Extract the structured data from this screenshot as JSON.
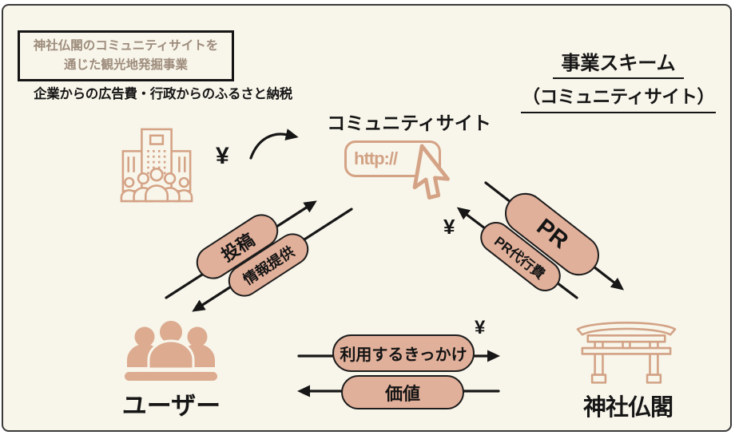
{
  "title_box": {
    "line1": "神社仏閣のコミュニティサイトを",
    "line2": "通じた観光地発掘事業"
  },
  "subtitle": "企業からの広告費・行政からのふるさと納税",
  "heading": {
    "line1": "事業スキーム",
    "line2": "（コミュニティサイト）"
  },
  "community_site": {
    "label": "コミュニティサイト",
    "url_text": "http://"
  },
  "actors": {
    "users_label": "ユーザー",
    "shrine_label": "神社仏閣"
  },
  "flows": {
    "post": "投稿",
    "info_provide": "情報提供",
    "pr": "PR",
    "pr_fee": "PR代行費",
    "usage_trigger": "利用するきっかけ",
    "value": "価値"
  },
  "currency": {
    "sponsor_yen": "¥",
    "pr_fee_yen": "¥",
    "trigger_yen": "¥"
  },
  "colors": {
    "background": "#f8f5ea",
    "frame_border": "#3a3a3a",
    "ink": "#161616",
    "accent_outline": "#d4a285",
    "pill_fill": "#e1b09a",
    "users_fill": "#dcab90",
    "title_box_text": "#9d8c7c"
  }
}
